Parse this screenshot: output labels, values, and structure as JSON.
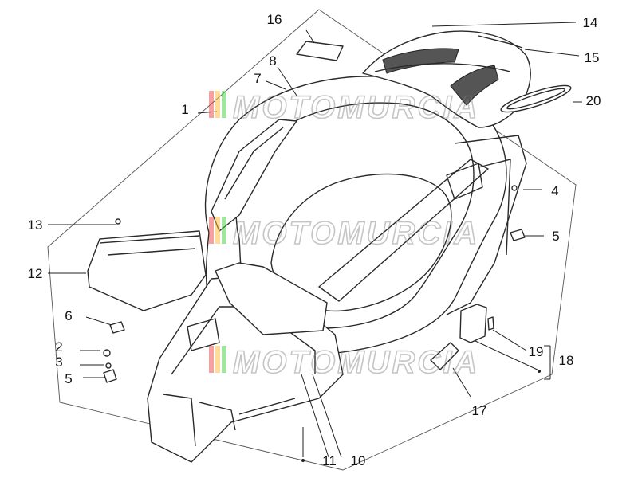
{
  "diagram": {
    "labels": {
      "p1": "1",
      "p2": "2",
      "p3": "3",
      "p4": "4",
      "p5a": "5",
      "p5b": "5",
      "p6": "6",
      "p7": "7",
      "p8": "8",
      "p10": "10",
      "p11": "11",
      "p12": "12",
      "p13": "13",
      "p14": "14",
      "p15": "15",
      "p16": "16",
      "p17": "17",
      "p18": "18",
      "p19": "19",
      "p20": "20"
    },
    "watermark": "MOTOMURCIA"
  }
}
